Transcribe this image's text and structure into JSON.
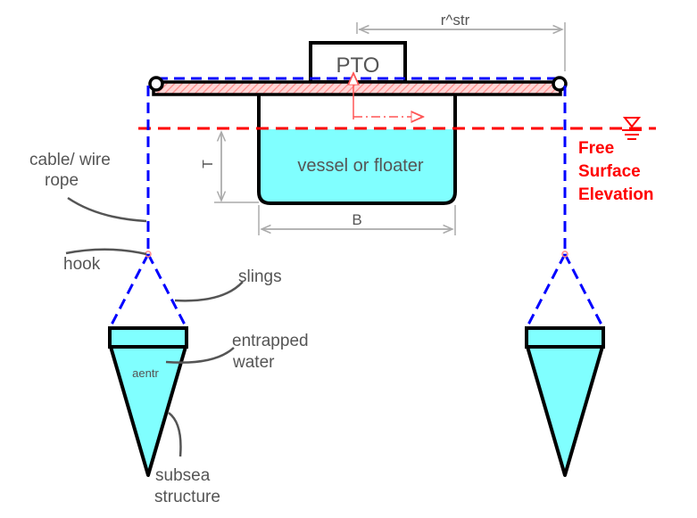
{
  "diagram": {
    "labels": {
      "pto": "PTO",
      "r_str": "r^str",
      "vessel": "vessel or floater",
      "draft": "T",
      "beam": "B",
      "free_surface": [
        "Free",
        "Surface",
        "Elevation"
      ],
      "cable": [
        "cable/ wire",
        "rope"
      ],
      "hook": "hook",
      "slings": "slings",
      "entrapped_water": [
        "entrapped",
        "water"
      ],
      "a_entr": "aentr",
      "subsea_structure": [
        "subsea",
        "structure"
      ]
    },
    "colors": {
      "water": "#80ffff",
      "cable": "#0000ff",
      "free_surface": "#ff0000",
      "beam_hatch": "#ff9999",
      "outline": "#000000",
      "text": "#555555",
      "dimension": "#aaaaaa"
    }
  }
}
